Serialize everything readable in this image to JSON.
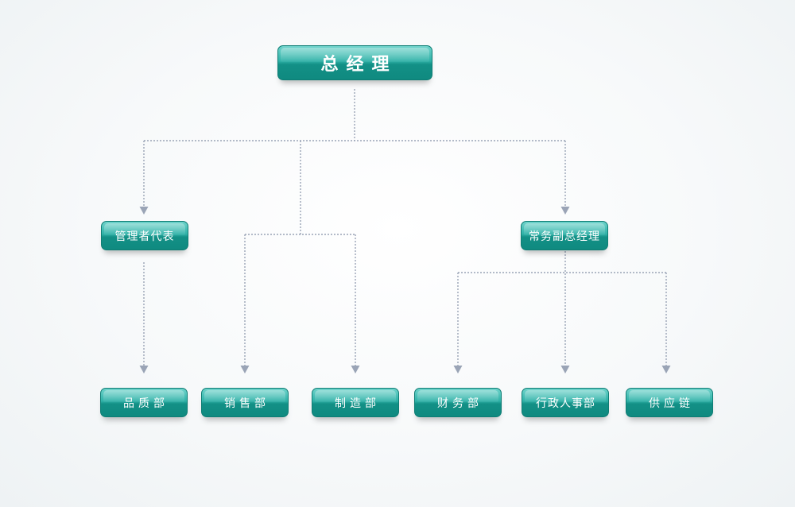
{
  "org_chart": {
    "root": {
      "label": "总经理"
    },
    "management_rep": {
      "label": "管理者代表"
    },
    "deputy_gm": {
      "label": "常务副总经理"
    },
    "departments": {
      "quality": "品质部",
      "sales": "销售部",
      "manufacturing": "制造部",
      "finance": "财务部",
      "admin_hr": "行政人事部",
      "supply_chain": "供应链"
    }
  },
  "colors": {
    "node_light": "#6fd3cb",
    "node_dark": "#0f8a80",
    "connector": "#9aa4b6",
    "text": "#ffffff"
  }
}
